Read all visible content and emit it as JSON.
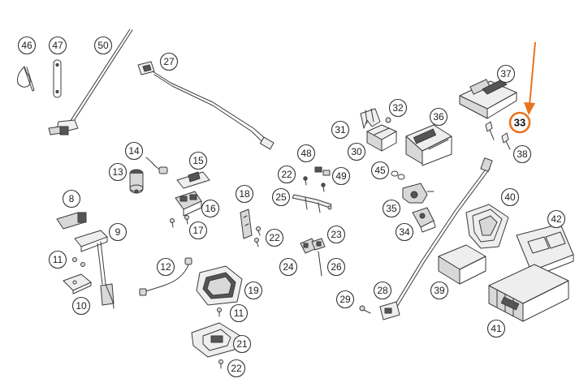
{
  "callouts": {
    "c46": "46",
    "c47": "47",
    "c50": "50",
    "c27": "27",
    "c37": "37",
    "c33": "33",
    "c38": "38",
    "c32": "32",
    "c36": "36",
    "c31": "31",
    "c30": "30",
    "c14": "14",
    "c13": "13",
    "c15": "15",
    "c16": "16",
    "c17": "17",
    "c8": "8",
    "c9": "9",
    "c11a": "11",
    "c10": "10",
    "c12": "12",
    "c18": "18",
    "c22a": "22",
    "c48": "48",
    "c49": "49",
    "c22b": "22",
    "c25": "25",
    "c45": "45",
    "c35": "35",
    "c34": "34",
    "c40": "40",
    "c42": "42",
    "c23": "23",
    "c24": "24",
    "c26": "26",
    "c19": "19",
    "c11b": "11",
    "c21": "21",
    "c22c": "22",
    "c29": "29",
    "c28": "28",
    "c39": "39",
    "c41": "41"
  },
  "highlight": {
    "callout": "33",
    "color": "#e8731f"
  }
}
